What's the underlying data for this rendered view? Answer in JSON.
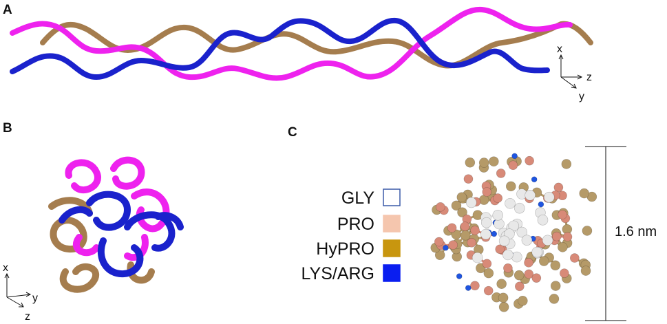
{
  "panels": {
    "a": {
      "letter": "A"
    },
    "b": {
      "letter": "B"
    },
    "c": {
      "letter": "C"
    }
  },
  "axes_a": {
    "x": "x",
    "y": "y",
    "z": "z"
  },
  "axes_b": {
    "x": "x",
    "y": "y",
    "z": "z"
  },
  "legend": [
    {
      "label": "GLY",
      "color": "#ffffff",
      "border": "#3b5aa8"
    },
    {
      "label": "PRO",
      "color": "#f5c6ae",
      "border": "#f5c6ae"
    },
    {
      "label": "HyPRO",
      "color": "#c8960f",
      "border": "#c8960f"
    },
    {
      "label": "LYS/ARG",
      "color": "#0a1ef0",
      "border": "#0a1ef0"
    }
  ],
  "scale_bar": {
    "label": "1.6 nm"
  },
  "colors": {
    "strand_magenta": "#ee22ee",
    "strand_brown": "#a57d4e",
    "strand_blue": "#1a22cc",
    "atom_tan": "#b59a68",
    "atom_pink": "#d88a78",
    "atom_white": "#e8e8e8",
    "atom_blue": "#1f55e0"
  }
}
